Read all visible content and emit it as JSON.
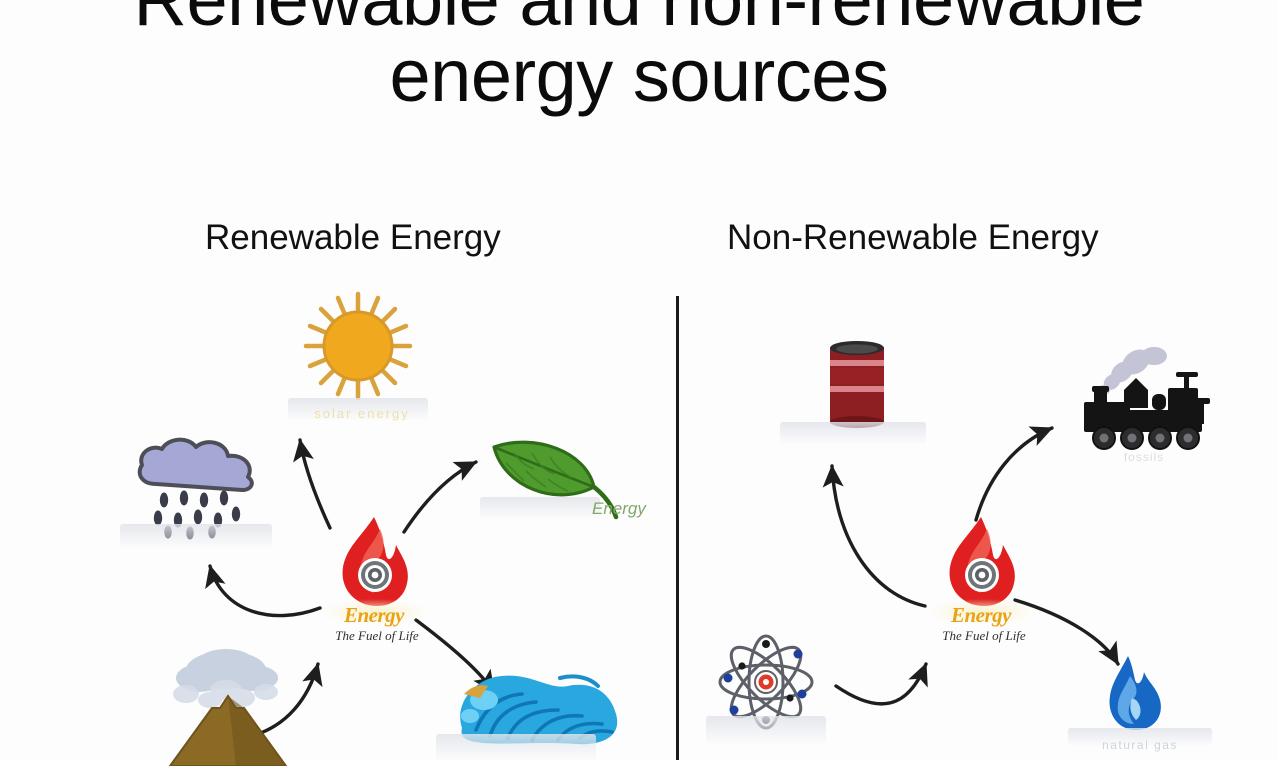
{
  "slide": {
    "background_color": "#fdfdfd",
    "title": {
      "line1": "Renewable and non-renewable",
      "line2": "energy sources"
    },
    "divider_color": "#1a1a1a"
  },
  "sections": {
    "renewable": {
      "header": "Renewable Energy",
      "center": {
        "word": "Energy",
        "tagline": "The Fuel of Life",
        "word_color": "#e8a317",
        "flame_color": "#e02020"
      },
      "nodes": [
        {
          "name": "solar",
          "icon": "sun-icon",
          "caption": "solar energy",
          "color": "#f0a81e"
        },
        {
          "name": "rain",
          "icon": "rain-cloud-icon",
          "caption": "",
          "color": "#9a9ecb"
        },
        {
          "name": "biomass",
          "icon": "leaf-icon",
          "caption": "Energy",
          "color": "#4f9b2e"
        },
        {
          "name": "geothermal",
          "icon": "volcano-icon",
          "caption": "",
          "color": "#8a6a24"
        },
        {
          "name": "hydro",
          "icon": "wave-icon",
          "caption": "",
          "color": "#29a8e0"
        }
      ]
    },
    "non_renewable": {
      "header": "Non-Renewable Energy",
      "center": {
        "word": "Energy",
        "tagline": "The Fuel of Life",
        "word_color": "#e8a317",
        "flame_color": "#e02020"
      },
      "nodes": [
        {
          "name": "oil",
          "icon": "oil-barrel-icon",
          "caption": "",
          "color": "#8d1f22"
        },
        {
          "name": "coal",
          "icon": "steam-locomotive-icon",
          "caption": "fossils",
          "color": "#1a1a1a"
        },
        {
          "name": "nuclear",
          "icon": "atom-icon",
          "caption": "",
          "color": "#5d6068"
        },
        {
          "name": "natural-gas",
          "icon": "blue-flame-icon",
          "caption": "natural gas",
          "color": "#1668c4"
        }
      ]
    }
  },
  "arrow": {
    "color": "#1e1e1e",
    "count": 9
  }
}
